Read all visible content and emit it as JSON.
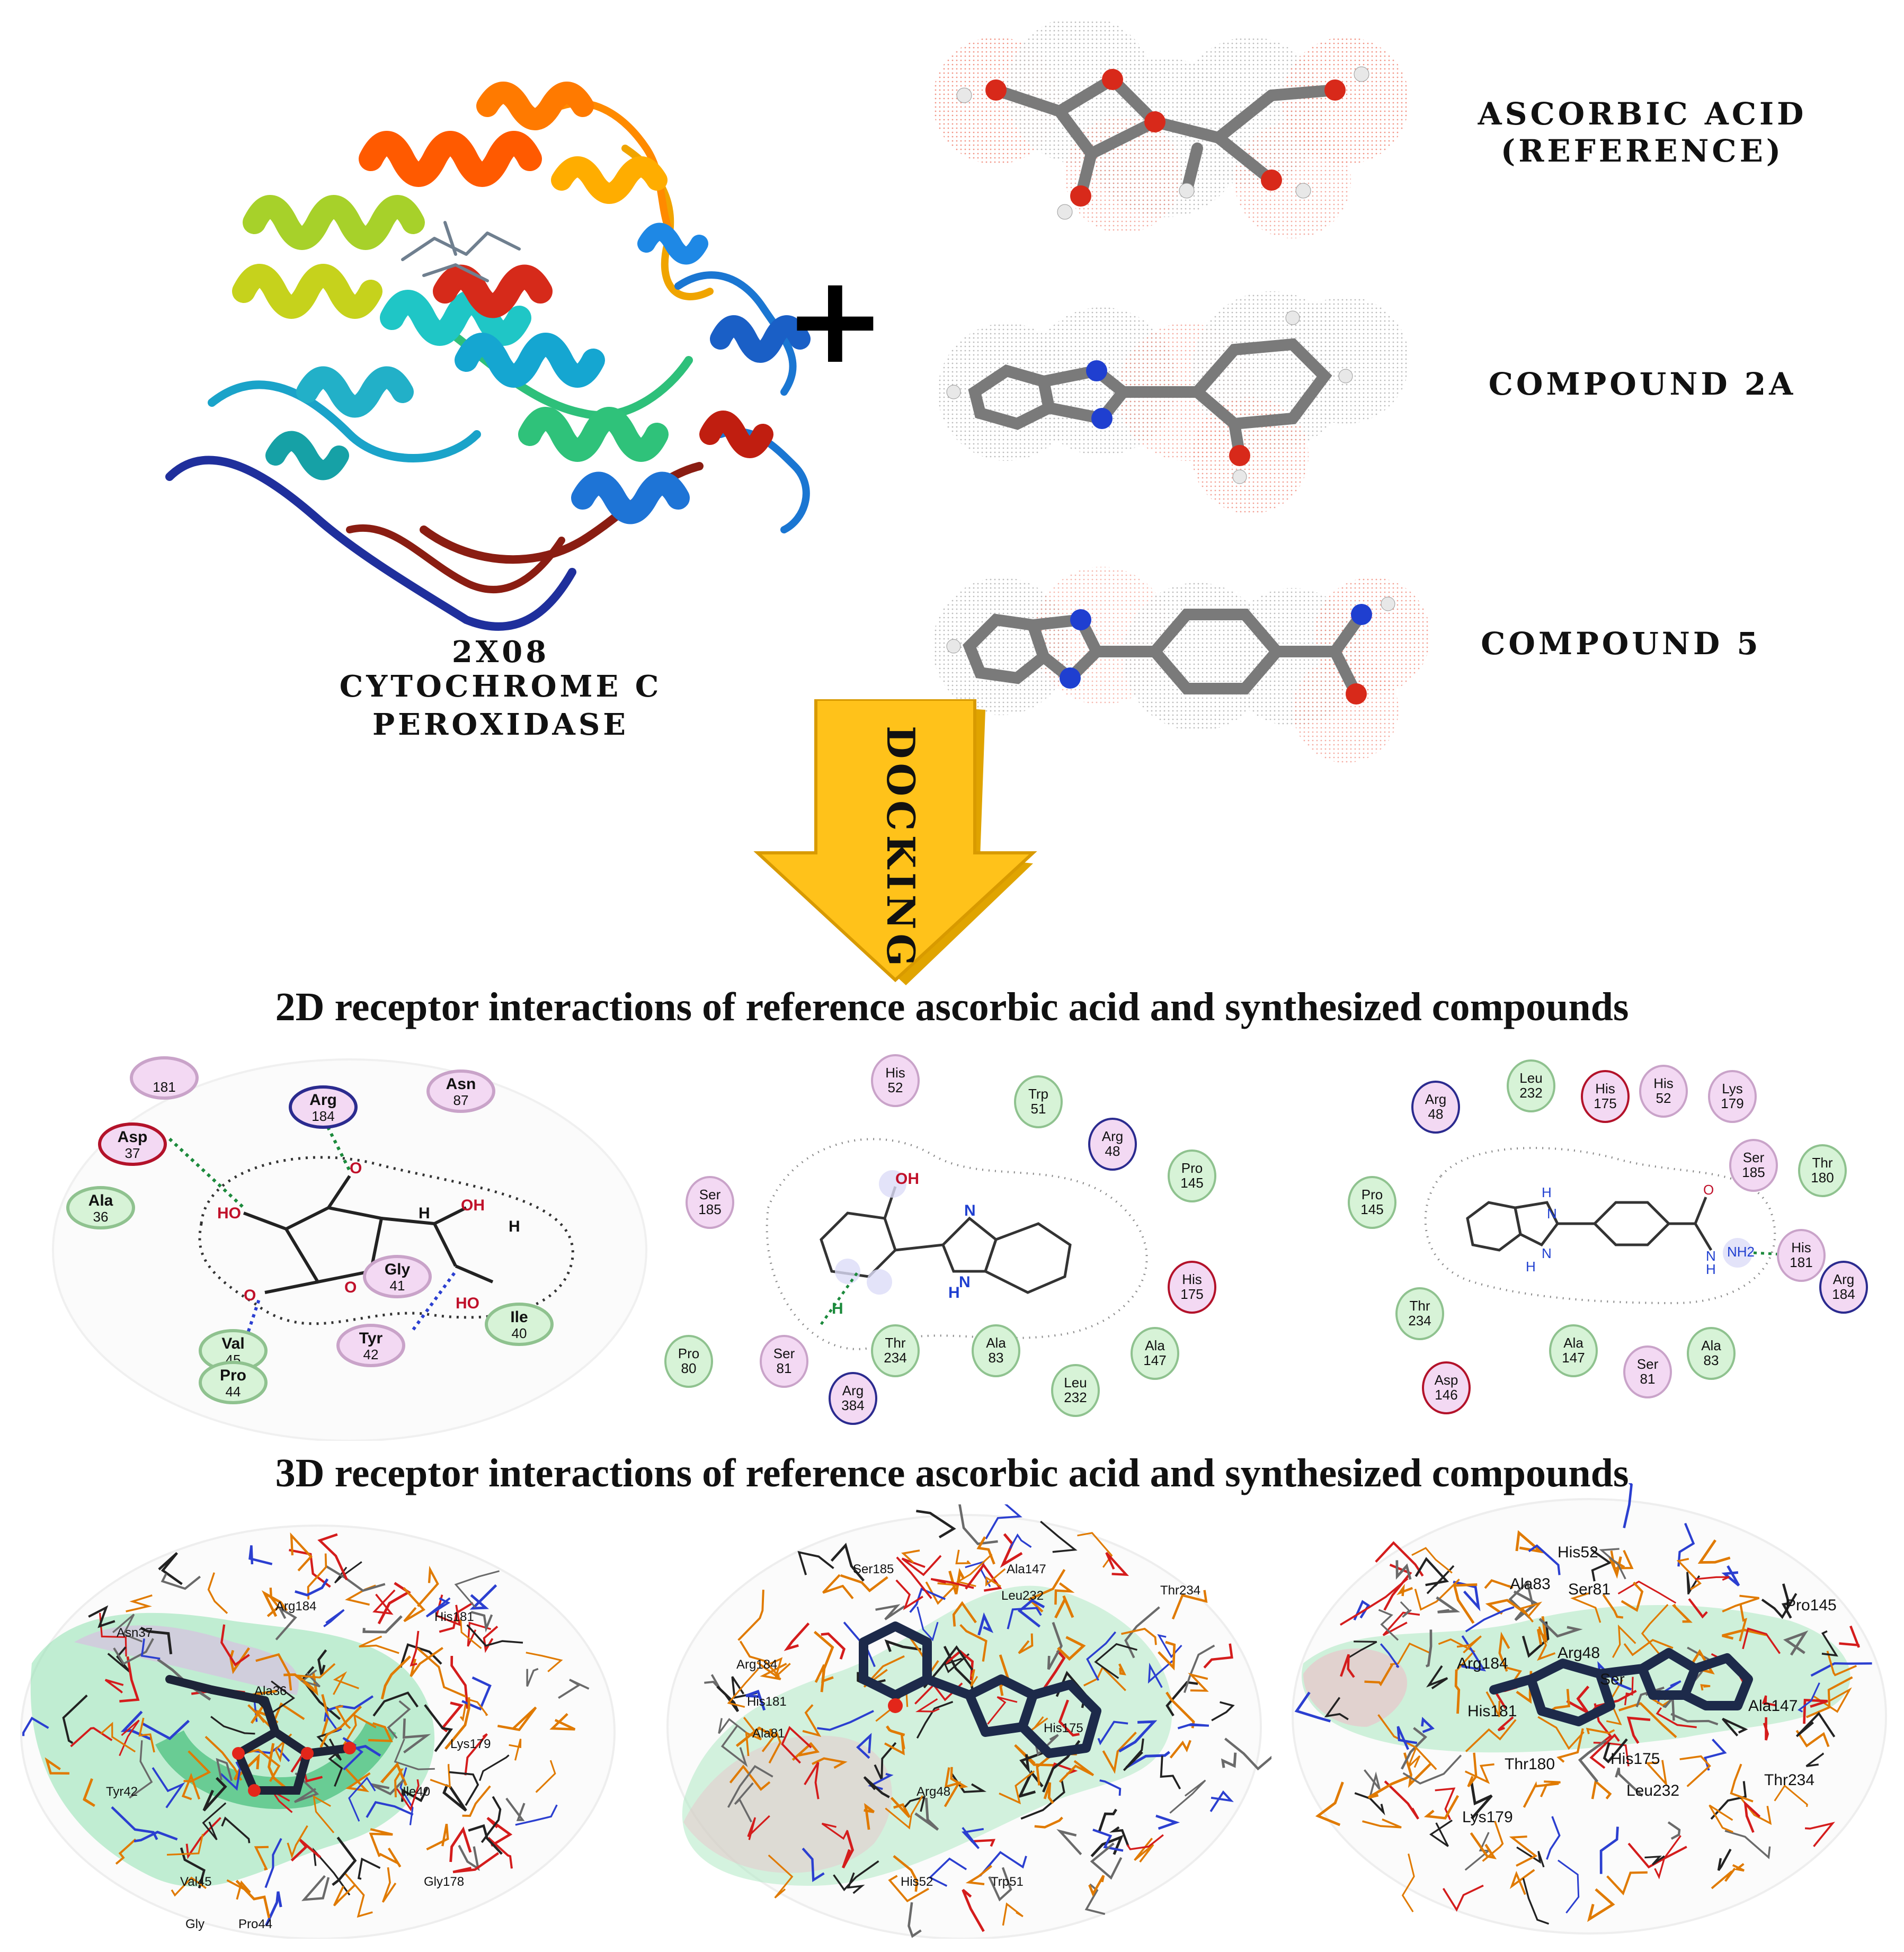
{
  "protein": {
    "code": "2X08",
    "name": "CYTOCHROME C PEROXIDASE"
  },
  "plus_symbol": "+",
  "ligands": [
    {
      "line1": "ASCORBIC ACID",
      "line2": "(REFERENCE)"
    },
    {
      "line1": "COMPOUND 2A"
    },
    {
      "line1": "COMPOUND 5"
    }
  ],
  "arrow_label": "DOCKING",
  "titles": {
    "two_d": "2D receptor interactions of reference ascorbic acid and synthesized compounds",
    "three_d": "3D receptor interactions of reference ascorbic acid and synthesized compounds"
  },
  "panel2d_a": {
    "residues": [
      {
        "name": "",
        "num": "181",
        "color": "#f3d9f3",
        "stroke": "#c9a3c9"
      },
      {
        "name": "Arg",
        "num": "184",
        "color": "#f3d9f3",
        "stroke": "#2b2b8f"
      },
      {
        "name": "Asn",
        "num": "87",
        "color": "#f3d9f3",
        "stroke": "#c9a3c9"
      },
      {
        "name": "Asp",
        "num": "37",
        "color": "#f3d9f3",
        "stroke": "#b3122a"
      },
      {
        "name": "Ala",
        "num": "36",
        "color": "#d7f3d7",
        "stroke": "#8fc28f"
      },
      {
        "name": "Gly",
        "num": "41",
        "color": "#f3d9f3",
        "stroke": "#c9a3c9"
      },
      {
        "name": "Val",
        "num": "45",
        "color": "#d7f3d7",
        "stroke": "#8fc28f"
      },
      {
        "name": "Ile",
        "num": "40",
        "color": "#d7f3d7",
        "stroke": "#8fc28f"
      },
      {
        "name": "Tyr",
        "num": "42",
        "color": "#f3d9f3",
        "stroke": "#c9a3c9"
      },
      {
        "name": "Pro",
        "num": "44",
        "color": "#d7f3d7",
        "stroke": "#8fc28f"
      }
    ],
    "atoms": [
      "HO",
      "O",
      "O",
      "O",
      "H",
      "OH",
      "H",
      "HO"
    ]
  },
  "panel2d_b": {
    "residues": [
      {
        "name": "His",
        "num": "52"
      },
      {
        "name": "Trp",
        "num": "51"
      },
      {
        "name": "Arg",
        "num": "48"
      },
      {
        "name": "Pro",
        "num": "145"
      },
      {
        "name": "Ser",
        "num": "185"
      },
      {
        "name": "His",
        "num": "175"
      },
      {
        "name": "Pro",
        "num": "80"
      },
      {
        "name": "Ser",
        "num": "81"
      },
      {
        "name": "Thr",
        "num": "234"
      },
      {
        "name": "Ala",
        "num": "83"
      },
      {
        "name": "Ala",
        "num": "147"
      },
      {
        "name": "Arg",
        "num": "384"
      },
      {
        "name": "Leu",
        "num": "232"
      }
    ],
    "atoms": [
      "OH",
      "N",
      "N",
      "H",
      "H"
    ]
  },
  "panel2d_c": {
    "residues": [
      {
        "name": "Arg",
        "num": "48"
      },
      {
        "name": "Leu",
        "num": "232"
      },
      {
        "name": "His",
        "num": "175"
      },
      {
        "name": "His",
        "num": "52"
      },
      {
        "name": "Lys",
        "num": "179"
      },
      {
        "name": "Ser",
        "num": "185"
      },
      {
        "name": "Thr",
        "num": "180"
      },
      {
        "name": "Pro",
        "num": "145"
      },
      {
        "name": "His",
        "num": "181"
      },
      {
        "name": "Arg",
        "num": "184"
      },
      {
        "name": "Thr",
        "num": "234"
      },
      {
        "name": "Ala",
        "num": "147"
      },
      {
        "name": "Ser",
        "num": "81"
      },
      {
        "name": "Ala",
        "num": "83"
      },
      {
        "name": "Asp",
        "num": "146"
      }
    ],
    "atoms": [
      "H",
      "N",
      "N",
      "H",
      "O",
      "N",
      "H",
      "NH2"
    ]
  },
  "panel3d_a": {
    "labels": [
      "Arg184",
      "His181",
      "Asn37",
      "Ala36",
      "Lys179",
      "Tyr42",
      "Ile40",
      "Val45",
      "Gly178",
      "Pro44",
      "Gly"
    ]
  },
  "panel3d_b": {
    "labels": [
      "Ser185",
      "Ala147",
      "Leu232",
      "Thr234",
      "Arg184",
      "His181",
      "Ala81",
      "His175",
      "Arg48",
      "His52",
      "Trp51"
    ]
  },
  "panel3d_c": {
    "labels": [
      "His52",
      "Ala83",
      "Ser81",
      "Pro145",
      "Arg184",
      "Arg48",
      "Ser",
      "His181",
      "Ala147",
      "Thr180",
      "His175",
      "Leu232",
      "Thr234",
      "Lys179"
    ]
  }
}
